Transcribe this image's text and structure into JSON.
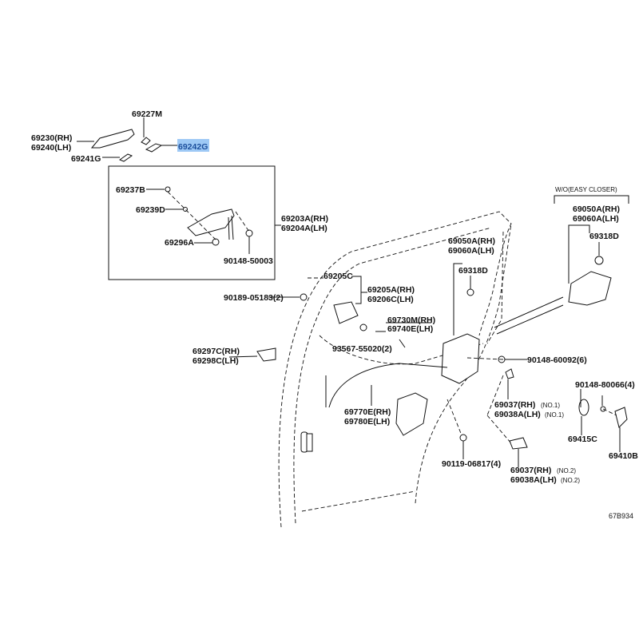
{
  "diagram_id": "67B934",
  "highlight_color": "#9ec9f5",
  "variant_note": "W/O(EASY CLOSER)",
  "labels": {
    "p69227M": "69227M",
    "p69230": "69230(RH)",
    "p69240": "69240(LH)",
    "p69242G": "69242G",
    "p69241G": "69241G",
    "p69237B": "69237B",
    "p69239D": "69239D",
    "p69203A": "69203A(RH)",
    "p69204A": "69204A(LH)",
    "p69296A": "69296A",
    "p90148_50003": "90148-50003",
    "p69050A_r": "69050A(RH)",
    "p69060A_r": "69060A(LH)",
    "p69318D_r": "69318D",
    "p69050A": "69050A(RH)",
    "p69060A": "69060A(LH)",
    "p69318D": "69318D",
    "p69205C": "69205C",
    "p69205A": "69205A(RH)",
    "p69206C": "69206C(LH)",
    "p90189": "90189-05183(2)",
    "p69730M": "69730M(RH)",
    "p69740E": "69740E(LH)",
    "p93567": "93567-55020(2)",
    "p69297C": "69297C(RH)",
    "p69298C": "69298C(LH)",
    "p90148_60092": "90148-60092(6)",
    "p90148_80066": "90148-80066(4)",
    "p69037_1": "69037(RH)",
    "p69038A_1": "69038A(LH)",
    "no1": "(NO.1)",
    "p69770E": "69770E(RH)",
    "p69780E": "69780E(LH)",
    "p69415C": "69415C",
    "p90119": "90119-06817(4)",
    "p69410B": "69410B",
    "p69037_2": "69037(RH)",
    "p69038A_2": "69038A(LH)",
    "no2": "(NO.2)"
  }
}
